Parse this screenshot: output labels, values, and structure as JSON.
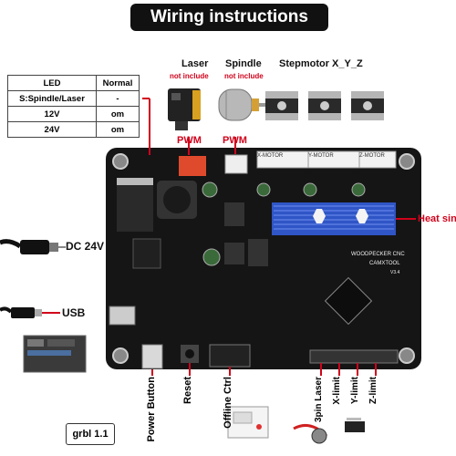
{
  "title": "Wiring instructions",
  "led_table": {
    "headers": [
      "LED",
      "Normal"
    ],
    "rows": [
      [
        "S:Spindle/Laser",
        "-"
      ],
      [
        "12V",
        "om"
      ],
      [
        "24V",
        "om"
      ]
    ]
  },
  "components": {
    "laser": "Laser",
    "laser_note": "not include",
    "spindle": "Spindle",
    "spindle_note": "not include",
    "stepmotor": "Stepmotor X_Y_Z"
  },
  "labels": {
    "pwm_laser": "PWM",
    "pwm_spindle": "PWM",
    "heat_sink": "Heat sink",
    "dc": "DC 24V",
    "usb": "USB",
    "power_button": "Power Button",
    "reset": "Reset",
    "offline_ctrl": "Offline Ctrl",
    "spin_laser": "3pin Laser",
    "x_limit": "X-limit",
    "y_limit": "Y-limit",
    "z_limit": "Z-limit"
  },
  "board": {
    "brand": "WOODPECKER CNC",
    "model": "CAMXTOOL",
    "version": "V3.4",
    "motor_x": "X-MOTOR",
    "motor_y": "Y-MOTOR",
    "motor_z": "Z-MOTOR"
  },
  "firmware": "grbl 1.1"
}
